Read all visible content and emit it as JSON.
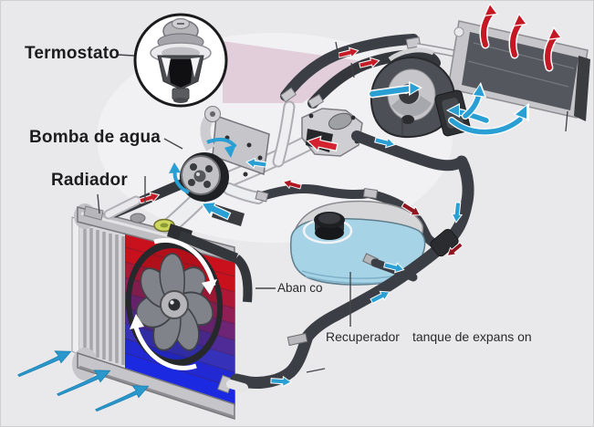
{
  "labels": {
    "thermostat": "Termostato",
    "water_pump": "Bomba de agua",
    "radiator": "Radiador",
    "fan": "Aban co",
    "reservoir_part1": "Recuperador",
    "reservoir_part2": "tanque de expans on"
  },
  "colors": {
    "background": "#e9e9eb",
    "hot_flow_arrow": "#c41d28",
    "dark_hot_arrow": "#8f1620",
    "cool_flow_arrow": "#2a9fd4",
    "hose": "#3b3e44",
    "tank_fill": "#a7d3e7",
    "radiator_hot_band": "#c8111c",
    "radiator_cold_band": "#1b2ae0",
    "zoom_beam": "#d9b6c9"
  },
  "icons": {
    "red_arrows": "hot-coolant-flow",
    "dark_red_arrows": "hot-coolant-flow-return",
    "blue_arrows": "cool-coolant-flow",
    "white_curved_arrows": "fan-rotation",
    "large_blue_arrows": "airflow-into-radiator",
    "rising_red_arrows": "heat-leaving-heater-core",
    "circle_inset": "thermostat-zoom-view"
  }
}
